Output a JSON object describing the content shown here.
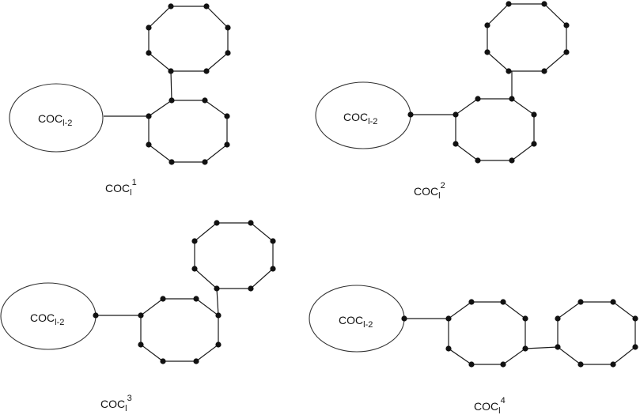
{
  "colors": {
    "bond": "#1a1a1a",
    "atom": "#111111",
    "blob_outline": "#333333",
    "background": "#ffffff"
  },
  "panels": [
    {
      "blob_label": {
        "base": "COC",
        "sub": "l-2"
      },
      "caption": {
        "base": "COC",
        "sub": "l",
        "sup": "1"
      }
    },
    {
      "blob_label": {
        "base": "COC",
        "sub": "l-2"
      },
      "caption": {
        "base": "COC",
        "sub": "l",
        "sup": "2"
      }
    },
    {
      "blob_label": {
        "base": "COC",
        "sub": "l-2"
      },
      "caption": {
        "base": "COC",
        "sub": "l",
        "sup": "3"
      }
    },
    {
      "blob_label": {
        "base": "COC",
        "sub": "l-2"
      },
      "caption": {
        "base": "COC",
        "sub": "l",
        "sup": "4"
      }
    }
  ]
}
